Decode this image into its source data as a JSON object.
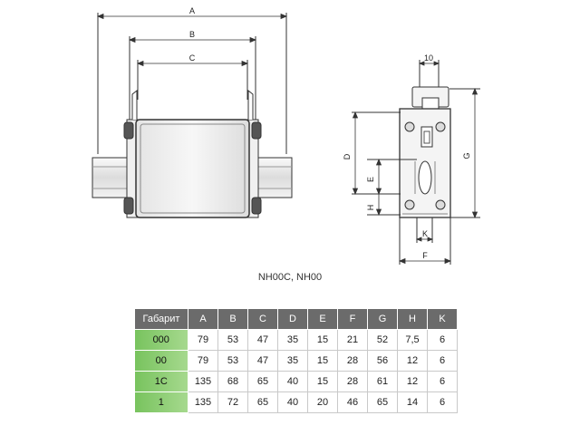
{
  "drawing": {
    "dimension_labels": {
      "A": "A",
      "B": "B",
      "C": "C",
      "D": "D",
      "E": "E",
      "F": "F",
      "G": "G",
      "H": "H",
      "K": "K",
      "width_10": "10"
    }
  },
  "caption": "NH00C, NH00",
  "table": {
    "headers": [
      "Габарит",
      "A",
      "B",
      "C",
      "D",
      "E",
      "F",
      "G",
      "H",
      "K"
    ],
    "rows": [
      [
        "000",
        "79",
        "53",
        "47",
        "35",
        "15",
        "21",
        "52",
        "7,5",
        "6"
      ],
      [
        "00",
        "79",
        "53",
        "47",
        "35",
        "15",
        "28",
        "56",
        "12",
        "6"
      ],
      [
        "1C",
        "135",
        "68",
        "65",
        "40",
        "15",
        "28",
        "61",
        "12",
        "6"
      ],
      [
        "1",
        "135",
        "72",
        "65",
        "40",
        "20",
        "46",
        "65",
        "14",
        "6"
      ]
    ]
  },
  "colors": {
    "header_bg": "#6b6b6b",
    "size_column": "#8ccc74",
    "line": "#333333"
  }
}
